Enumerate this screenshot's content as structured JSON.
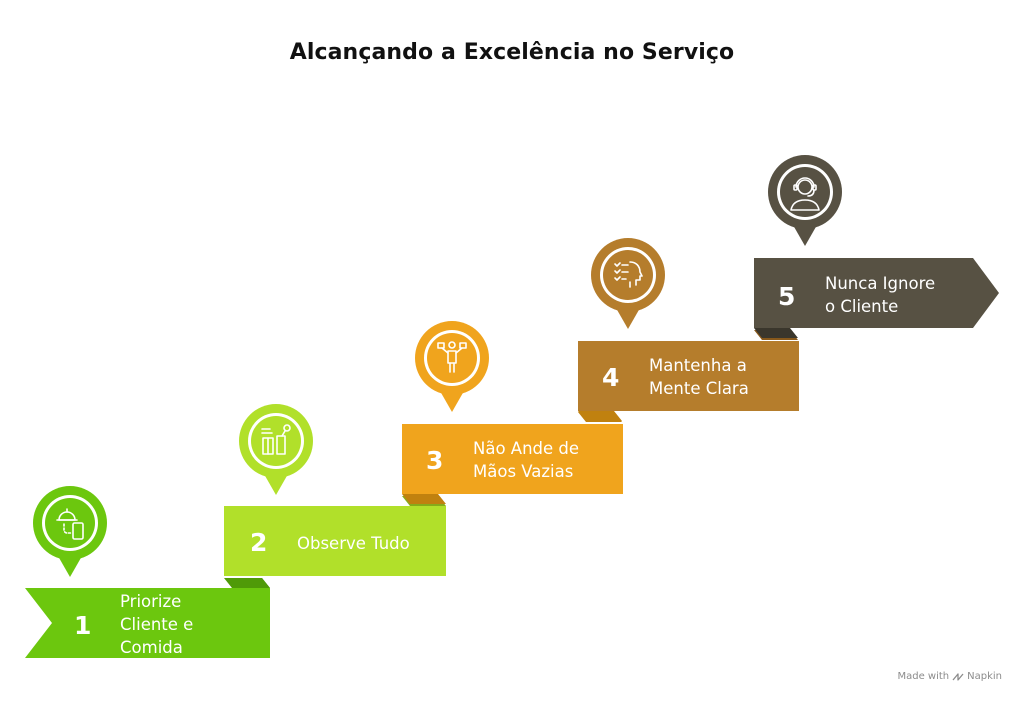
{
  "title": "Alcançando a Excelência no Serviço",
  "colors": {
    "step1": "#6cc70e",
    "step1_dark": "#4f9a08",
    "step2": "#b1e02a",
    "step2_dark": "#86ab1a",
    "step3": "#f0a41d",
    "step3_dark": "#c0810f",
    "step4": "#b57d2c",
    "step4_dark": "#87581b",
    "step5": "#575143",
    "step5_dark": "#3a362c"
  },
  "steps": [
    {
      "number": "1",
      "lines": [
        "Priorize",
        "Cliente e",
        "Comida"
      ],
      "icon": "serving-tray-phone-icon"
    },
    {
      "number": "2",
      "lines": [
        "Observe Tudo"
      ],
      "icon": "observe-scene-icon"
    },
    {
      "number": "3",
      "lines": [
        "Não Ande de",
        "Mãos Vazias"
      ],
      "icon": "person-carrying-icon"
    },
    {
      "number": "4",
      "lines": [
        "Mantenha a",
        "Mente Clara"
      ],
      "icon": "mind-checklist-icon"
    },
    {
      "number": "5",
      "lines": [
        "Nunca Ignore",
        "o Cliente"
      ],
      "icon": "customer-headset-icon"
    }
  ],
  "credit": {
    "prefix": "Made with",
    "brand": "Napkin"
  }
}
